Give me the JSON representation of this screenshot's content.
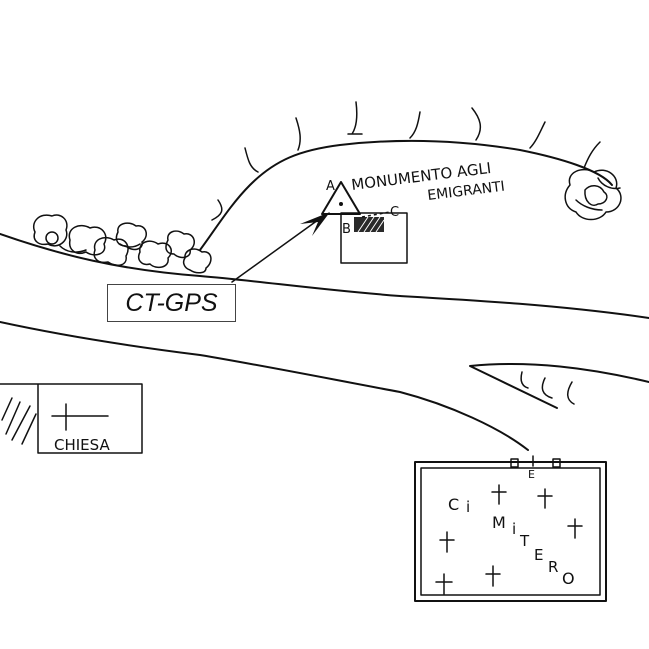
{
  "labels": {
    "monument_line1": "MONUMENTO AGLI",
    "monument_line2": "EMIGRANTI",
    "point_a": "A",
    "point_b": "B",
    "point_c": "C",
    "church": "CHIESA",
    "cemetery_gate": "E",
    "cemetery_letters": [
      "C",
      "i",
      "M",
      "i",
      "T",
      "E",
      "R",
      "O"
    ],
    "station": "CT-GPS"
  }
}
